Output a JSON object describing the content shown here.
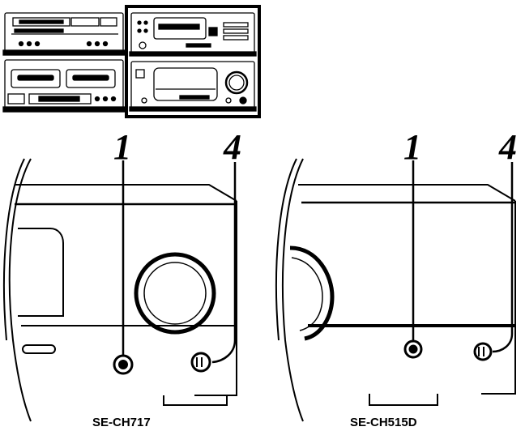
{
  "callouts": {
    "left_one": "1",
    "left_four": "4",
    "right_one": "1",
    "right_four": "4"
  },
  "models": {
    "left": "SE-CH717",
    "right": "SE-CH515D"
  }
}
